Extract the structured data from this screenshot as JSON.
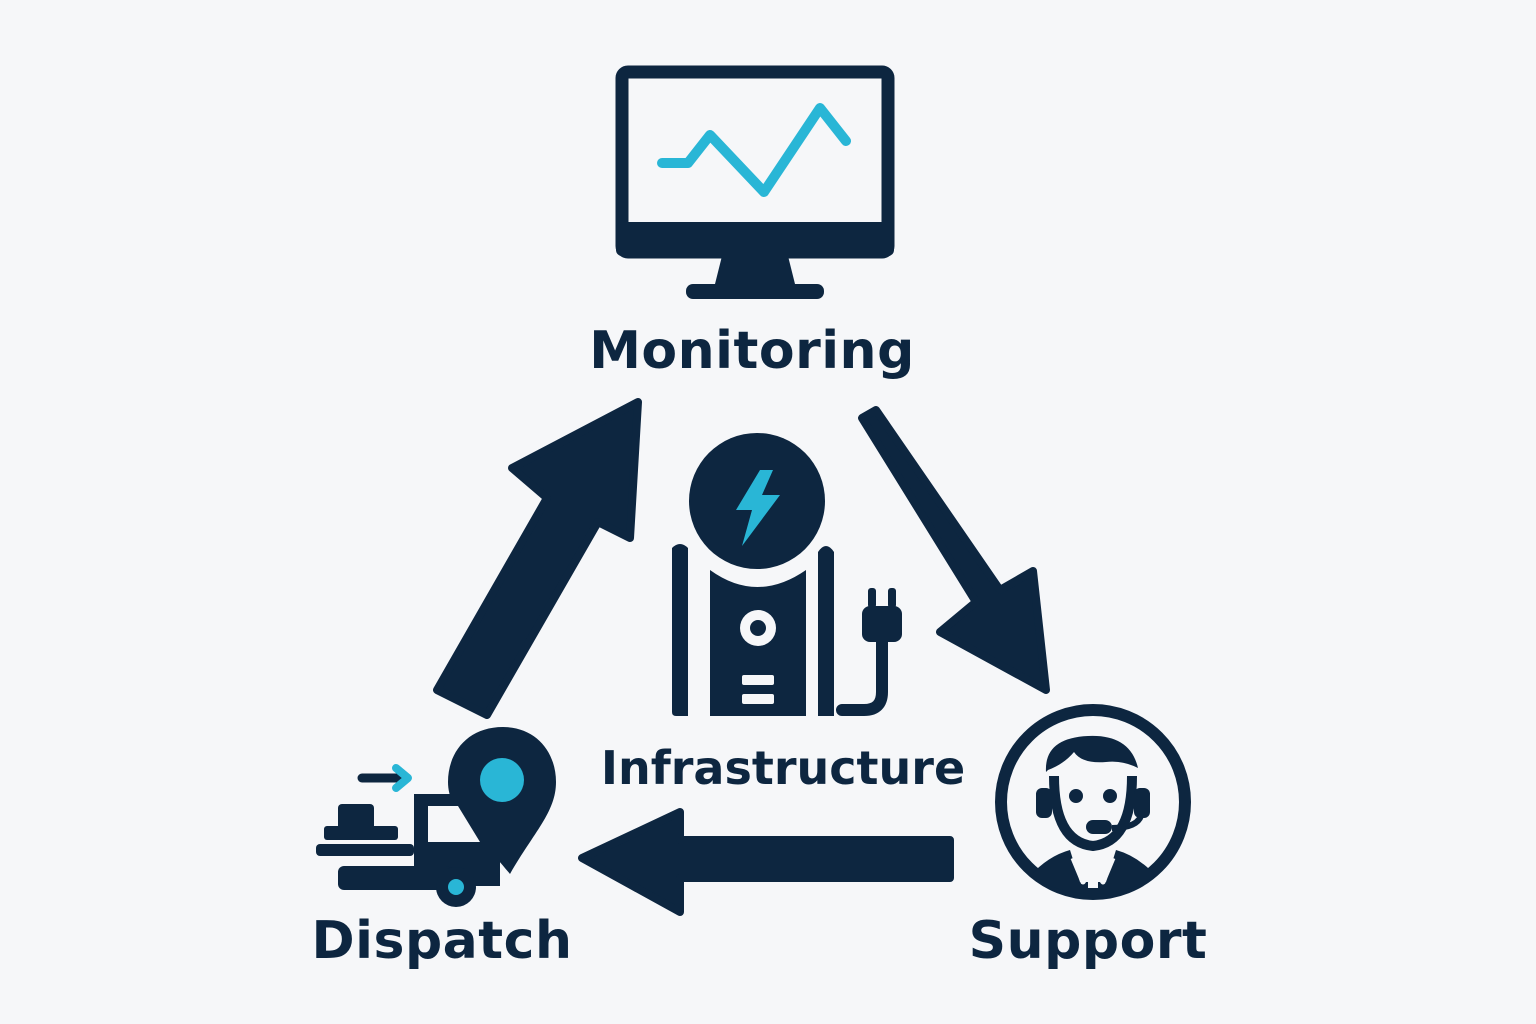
{
  "diagram": {
    "nodes": {
      "monitoring": {
        "label": "Monitoring",
        "icon": "monitor-chart-icon"
      },
      "infrastructure": {
        "label": "Infrastructure",
        "icon": "charging-station-icon"
      },
      "support": {
        "label": "Support",
        "icon": "support-agent-icon"
      },
      "dispatch": {
        "label": "Dispatch",
        "icon": "dispatch-truck-icon"
      }
    },
    "flow": [
      {
        "from": "dispatch",
        "to": "monitoring"
      },
      {
        "from": "monitoring",
        "to": "support"
      },
      {
        "from": "support",
        "to": "dispatch"
      }
    ]
  },
  "colors": {
    "primary": "#0d2640",
    "accent": "#29b6d6",
    "background": "#f6f7f9"
  }
}
